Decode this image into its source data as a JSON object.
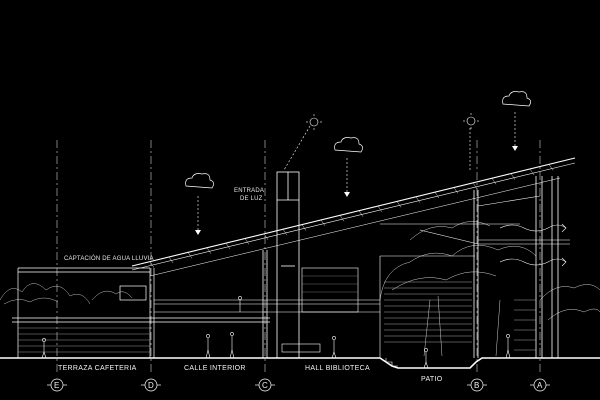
{
  "annotations": {
    "light_entry_line1": "ENTRADA",
    "light_entry_line2": "DE LUZ",
    "rainwater": "CAPTACIÓN DE AGUA LLUVIA"
  },
  "spaces": [
    {
      "id": "terraza",
      "label": "TERRAZA CAFETERIA"
    },
    {
      "id": "calle",
      "label": "CALLE INTERIOR"
    },
    {
      "id": "hall",
      "label": "HALL BIBLIOTECA"
    },
    {
      "id": "patio",
      "label": "PATIO"
    }
  ],
  "grid_axes": [
    "E",
    "D",
    "C",
    "B",
    "A"
  ],
  "colors": {
    "background": "#000000",
    "line": "#ffffff"
  },
  "icons": [
    "sun-icon",
    "cloud-icon",
    "rain-arrow-icon",
    "tree-icon",
    "person-icon"
  ]
}
